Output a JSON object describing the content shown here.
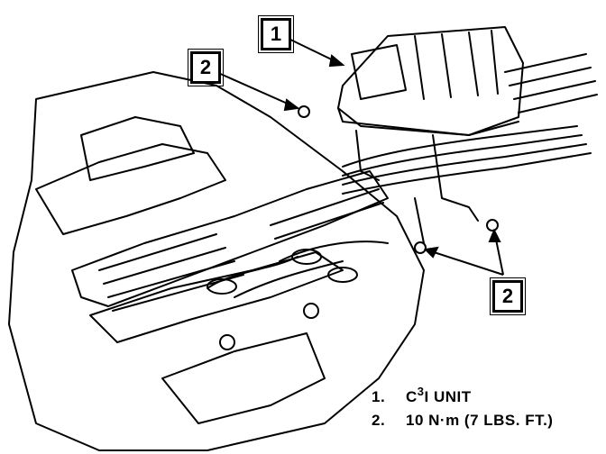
{
  "diagram": {
    "callouts": [
      {
        "id": "callout-1",
        "number": "1"
      },
      {
        "id": "callout-2-top",
        "number": "2"
      },
      {
        "id": "callout-2-bottom",
        "number": "2"
      }
    ],
    "legend": [
      {
        "number": "1.",
        "text_pre": "C",
        "text_sup": "3",
        "text_post": "I UNIT"
      },
      {
        "number": "2.",
        "text_pre": "10 N·m (7 LBS. FT.)",
        "text_sup": "",
        "text_post": ""
      }
    ]
  }
}
